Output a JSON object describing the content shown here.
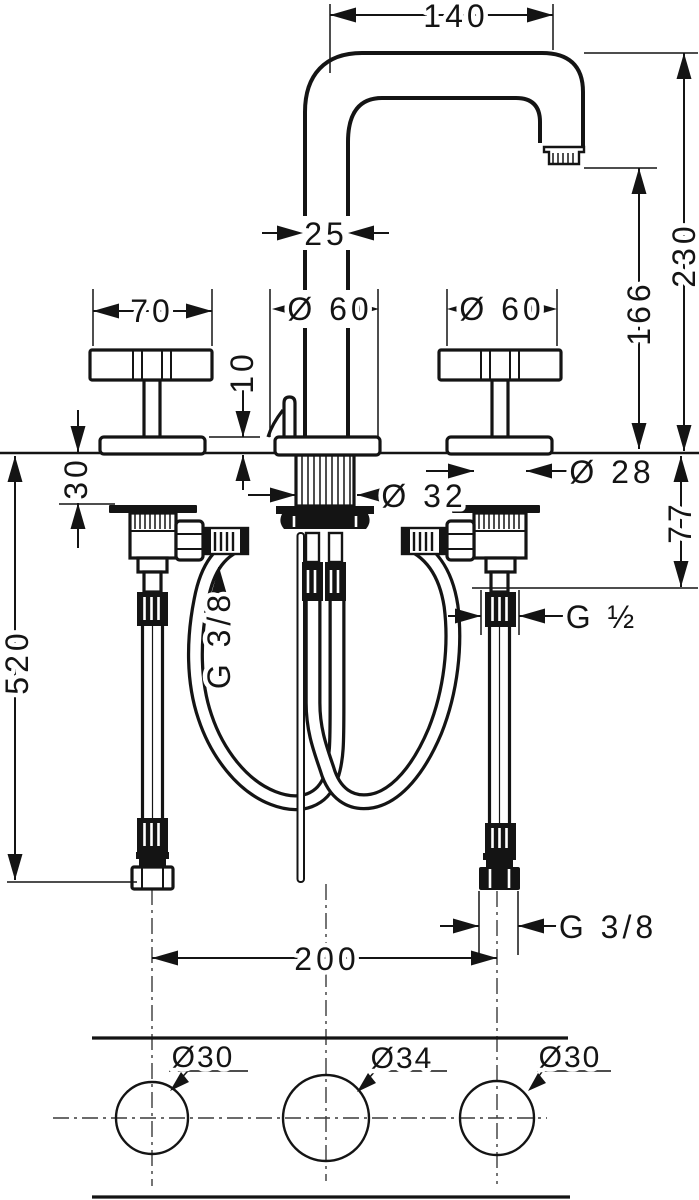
{
  "drawing": {
    "subject": "three-hole basin mixer technical dimension drawing, front elevation with hole-cut plan view",
    "colors": {
      "line": "#141414",
      "background": "#ffffff"
    },
    "dims": {
      "spout_reach": "140",
      "spout_pipe_width": "25",
      "spout_base_dia": "Ø 60",
      "handle_base_dia": "Ø 60",
      "handle_width": "70",
      "escutcheon_height": "10",
      "deck_thickness": "30",
      "spout_shank_dia": "Ø 32",
      "valve_shank_dia": "Ø 28",
      "outlet_height": "166",
      "total_height": "230",
      "shank_length": "77",
      "hose_length": "520",
      "thread_left": "G 3/8",
      "thread_right": "G ½",
      "thread_bottom": "G 3/8",
      "hole_spacing": "200"
    },
    "plan": {
      "hole_left": "Ø30",
      "hole_center": "Ø34",
      "hole_right": "Ø30"
    }
  }
}
